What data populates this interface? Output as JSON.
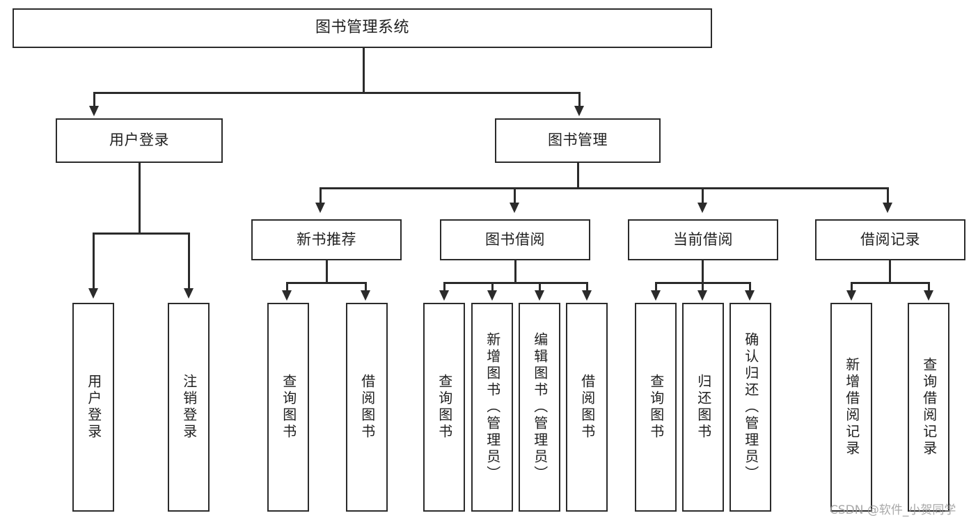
{
  "diagram": {
    "type": "tree",
    "title": "图书管理系统",
    "root": {
      "label": "图书管理系统"
    },
    "level2": [
      {
        "label": "用户登录"
      },
      {
        "label": "图书管理"
      }
    ],
    "level3": [
      {
        "label": "新书推荐"
      },
      {
        "label": "图书借阅"
      },
      {
        "label": "当前借阅"
      },
      {
        "label": "借阅记录"
      }
    ],
    "leaves": {
      "user_login": [
        {
          "label": "用户登录"
        },
        {
          "label": "注销登录"
        }
      ],
      "new_book_recommend": [
        {
          "label": "查询图书"
        },
        {
          "label": "借阅图书"
        }
      ],
      "book_borrow": [
        {
          "label": "查询图书"
        },
        {
          "label": "新增图书（管理员）"
        },
        {
          "label": "编辑图书（管理员）"
        },
        {
          "label": "借阅图书"
        }
      ],
      "current_borrow": [
        {
          "label": "查询图书"
        },
        {
          "label": "归还图书"
        },
        {
          "label": "确认归还（管理员）"
        }
      ],
      "borrow_record": [
        {
          "label": "新增借阅记录"
        },
        {
          "label": "查询借阅记录"
        }
      ]
    }
  },
  "watermark": {
    "text": "CSDN @软件_小贺同学"
  },
  "colors": {
    "stroke": "#2b2b2b",
    "fill": "#ffffff",
    "text": "#1f1f1f",
    "watermark": "#9a9a9a"
  }
}
